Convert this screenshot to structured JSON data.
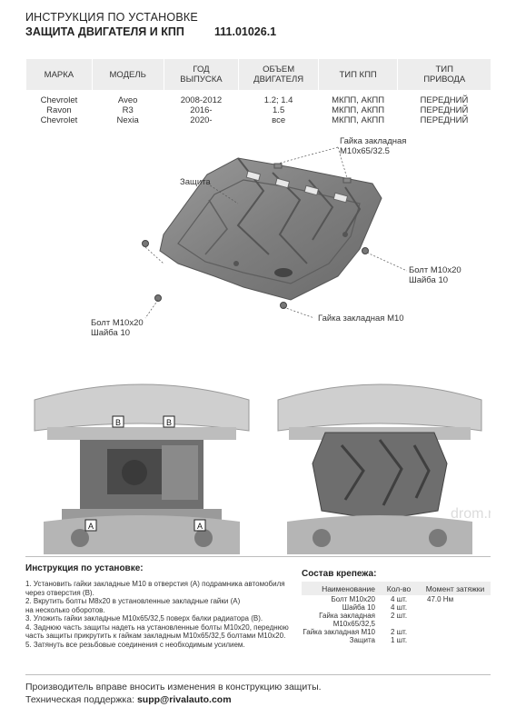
{
  "header": {
    "line1": "ИНСТРУКЦИЯ ПО УСТАНОВКЕ",
    "line2": "ЗАЩИТА ДВИГАТЕЛЯ И КПП",
    "code": "111.01026.1"
  },
  "spec_table": {
    "headers": [
      "МАРКА",
      "МОДЕЛЬ",
      "ГОД|ВЫПУСКА",
      "ОБЪЕМ|ДВИГАТЕЛЯ",
      "ТИП КПП",
      "ТИП|ПРИВОДА"
    ],
    "rows": [
      [
        "Chevrolet",
        "Aveo",
        "2008-2012",
        "1.2; 1.4",
        "МКПП, АКПП",
        "ПЕРЕДНИЙ"
      ],
      [
        "Ravon",
        "R3",
        "2016-",
        "1.5",
        "МКПП, АКПП",
        "ПЕРЕДНИЙ"
      ],
      [
        "Chevrolet",
        "Nexia",
        "2020-",
        "все",
        "МКПП, АКПП",
        "ПЕРЕДНИЙ"
      ]
    ]
  },
  "callouts": {
    "gaika_top_1": "Гайка закладная",
    "gaika_top_2": "М10х65/32.5",
    "zashita": "Защита",
    "bolt_right_1": "Болт М10х20",
    "bolt_right_2": "Шайба 10",
    "bolt_left_1": "Болт М10х20",
    "bolt_left_2": "Шайба 10",
    "gaika_bottom": "Гайка закладная М10"
  },
  "photo_labels": {
    "a": "A",
    "b": "B"
  },
  "watermark": "drom.ru",
  "instructions": {
    "title": "Инструкция по установке:",
    "lines": [
      "1. Установить гайки закладные М10 в отверстия (А) подрамника автомобиля",
      "через отверстия (В).",
      "2. Вкрутить болты М8х20 в установленные закладные гайки (А)",
      "на несколько оборотов.",
      "3. Уложить гайки закладные М10х65/32,5 поверх балки радиатора (В).",
      "4. Заднюю часть защиты надеть на установленные болты М10х20, переднюю",
      "часть защиты прикрутить к гайкам закладным М10х65/32,5 болтами М10х20.",
      "5. Затянуть все резьбовые соединения с необходимым усилием."
    ]
  },
  "parts": {
    "title": "Состав крепежа:",
    "headers": [
      "Наименование",
      "Кол-во",
      "Момент затяжки"
    ],
    "rows": [
      [
        "Болт М10х20",
        "4 шт.",
        "47.0 Нм"
      ],
      [
        "Шайба 10",
        "4 шт.",
        ""
      ],
      [
        "Гайка закладная",
        "2 шт.",
        ""
      ],
      [
        "М10х65/32,5",
        "",
        ""
      ],
      [
        "Гайка закладная М10",
        "2 шт.",
        ""
      ],
      [
        "Защита",
        "1 шт.",
        ""
      ]
    ]
  },
  "footer": {
    "line1": "Производитель вправе вносить изменения в конструкцию защиты.",
    "support_label": "Техническая поддержка:",
    "support_email": "supp@rivalauto.com"
  }
}
